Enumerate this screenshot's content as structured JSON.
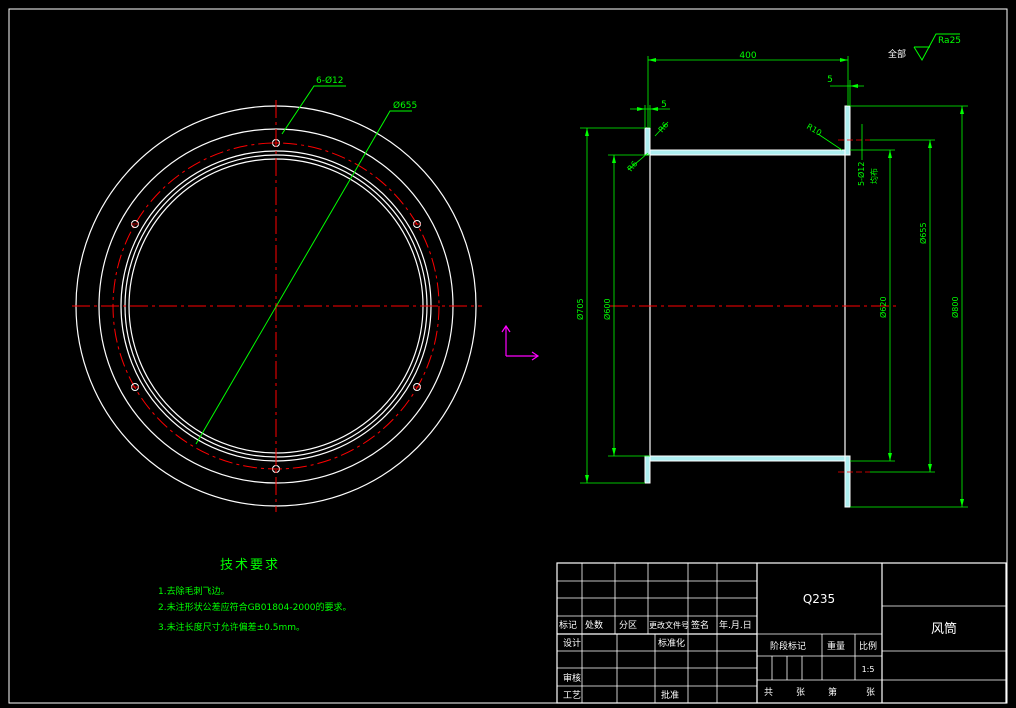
{
  "colors": {
    "background": "#000000",
    "outline": "#ffffff",
    "centerline": "#ff0000",
    "dimension": "#00ff00",
    "section_fill": "#aeeef0",
    "title_text": "#ffffff",
    "ucs": "#ff00ff"
  },
  "front_view": {
    "hole_callout": "6-Ø12",
    "pcd_callout": "Ø655"
  },
  "side_view": {
    "length": "400",
    "flange_right": "5",
    "flange_left": "5",
    "weld_left": "R6",
    "weld_right": "R10",
    "weld_left_lower": "R6",
    "holes_callout_line1": "5-Ø12",
    "holes_callout_line2": "均布",
    "dia_705": "Ø705",
    "dia_600": "Ø600",
    "dia_620": "Ø620",
    "dia_655": "Ø655",
    "dia_800": "Ø800"
  },
  "surface_finish": {
    "prefix": "全部",
    "value": "Ra25"
  },
  "tech_requirements": {
    "title": "技术要求",
    "items": [
      "1.去除毛刺飞边。",
      "2.未注形状公差应符合GB01804-2000的要求。",
      "3.未注长度尺寸允许偏差±0.5mm。"
    ]
  },
  "title_block": {
    "material": "Q235",
    "part_name": "风筒",
    "header_cells": [
      "标记",
      "处数",
      "分区",
      "更改文件号",
      "签名",
      "年.月.日"
    ],
    "row_labels": [
      "设计",
      "审核",
      "工艺"
    ],
    "standardize": "标准化",
    "approve": "批准",
    "stage_mark": "阶段标记",
    "weight": "重量",
    "scale_label": "比例",
    "scale_value": "1:5",
    "sheet_total": "共",
    "sheet_unit": "张",
    "sheet_no": "第",
    "sheet_unit2": "张"
  }
}
